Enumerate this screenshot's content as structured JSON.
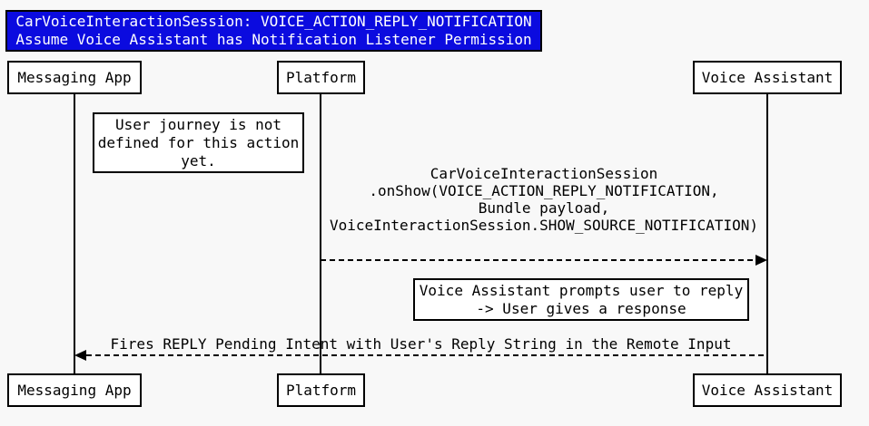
{
  "diagram": {
    "type": "sequence-diagram",
    "title": {
      "line1": "CarVoiceInteractionSession: VOICE_ACTION_REPLY_NOTIFICATION",
      "line2": "Assume Voice Assistant has Notification Listener Permission"
    },
    "actors": [
      {
        "name": "Messaging App"
      },
      {
        "name": "Platform"
      },
      {
        "name": "Voice Assistant"
      }
    ],
    "notes": [
      {
        "near": "Messaging App",
        "lines": [
          "User journey is not",
          "defined for this action",
          "yet."
        ]
      },
      {
        "near": "Voice Assistant",
        "lines": [
          "Voice Assistant prompts user to reply",
          "-> User gives a response"
        ]
      }
    ],
    "messages": [
      {
        "from": "Platform",
        "to": "Voice Assistant",
        "style": "dashed",
        "lines": [
          "CarVoiceInteractionSession",
          ".onShow(VOICE_ACTION_REPLY_NOTIFICATION,",
          "Bundle payload,",
          "VoiceInteractionSession.SHOW_SOURCE_NOTIFICATION)"
        ]
      },
      {
        "from": "Voice Assistant",
        "to": "Messaging App",
        "style": "dashed",
        "lines": [
          "Fires REPLY Pending Intent with User's Reply String in the Remote Input"
        ]
      }
    ],
    "colors": {
      "title_bg": "#0b0bdf",
      "title_text": "#ffffff",
      "box_bg": "#ffffff",
      "stroke": "#000000",
      "background": "#f8f8f8"
    }
  }
}
